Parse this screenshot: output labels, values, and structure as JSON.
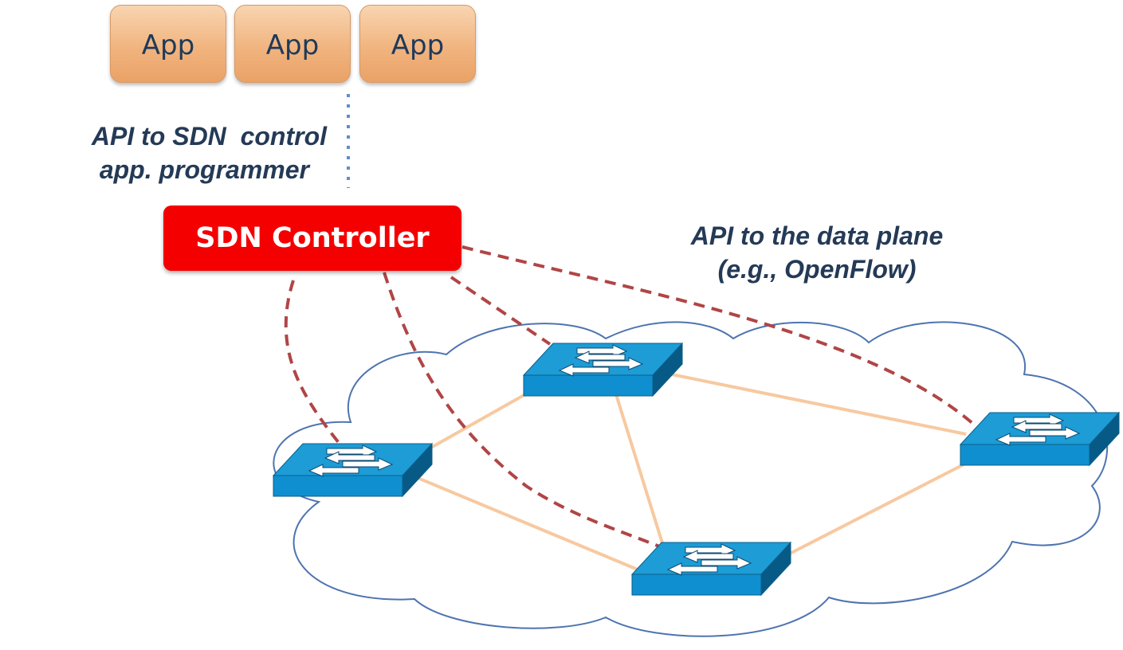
{
  "apps": [
    {
      "label": "App"
    },
    {
      "label": "App"
    },
    {
      "label": "App"
    }
  ],
  "northbound_api": {
    "line1": "API to SDN  control",
    "line2": "app. programmer"
  },
  "controller": {
    "label": "SDN Controller"
  },
  "southbound_api": {
    "line1": "API to the data plane",
    "line2": "(e.g., OpenFlow)"
  },
  "colors": {
    "app_fill": "#f1b47f",
    "controller_fill": "#f50000",
    "control_link": "#b14545",
    "data_link": "#f7c9a0",
    "cloud_outline": "#4e74b0",
    "switch_top": "#1fa0d8",
    "text": "#243a56"
  }
}
